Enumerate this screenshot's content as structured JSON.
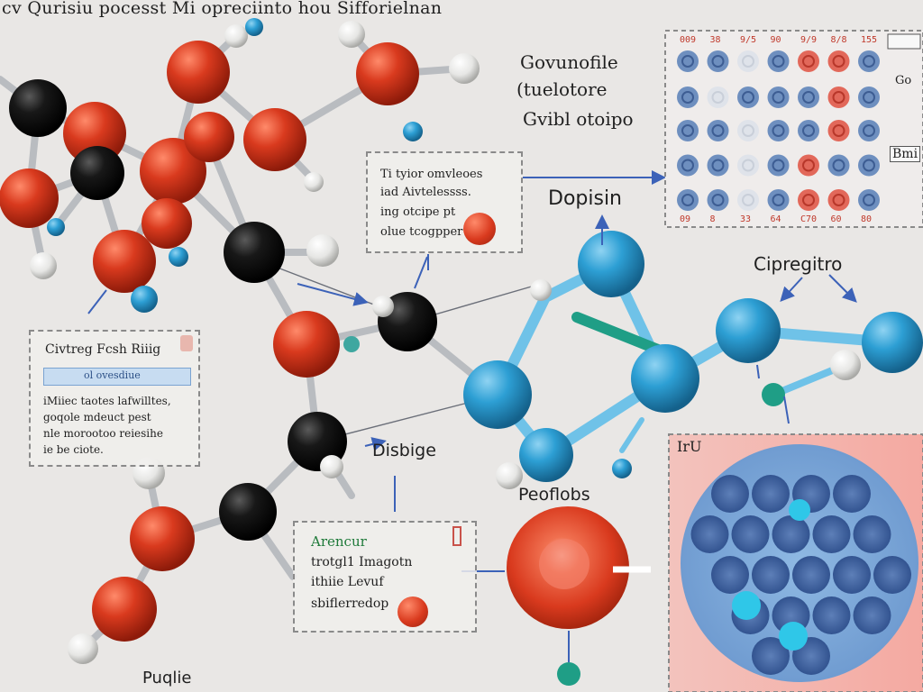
{
  "title": "cv Qurisiu pocesst Mi opreciinto hou Sifforielnan",
  "labels": {
    "top_right_1": "Govunofile",
    "top_right_2": "(tuelotore",
    "top_right_3": "Gvibl otoipo",
    "dopisin": "Dopisin",
    "cipregitro": "Cipregitro",
    "disbige": "Disbige",
    "peoflobs": "Peoflobs",
    "puqlie": "Puqlie",
    "iru": "IrU"
  },
  "box_top": {
    "lines": [
      "Ti tyior omvleoes",
      "iad Aivtelessss.",
      "ing otcipe pt",
      "olue tcogpper"
    ]
  },
  "box_left": {
    "header": "Civtreg Fcsh Riiig",
    "bar_text": "ol ovesdiue",
    "lines": [
      "iMiiec taotes lafwilltes,",
      "goqole mdeuct pest",
      "nle morootoo reiesihe",
      "ie be ciote."
    ]
  },
  "box_bottom": {
    "lines": [
      "Arencur",
      "trotgl1 Imagotn",
      "ithiie Levuf",
      "sbiflerredop"
    ]
  },
  "grid": {
    "top_numbers": [
      "009",
      "38",
      "9/5",
      "90",
      "9/9",
      "8/8",
      "155"
    ],
    "bottom_numbers": [
      "09",
      "8",
      "33",
      "64",
      "C70",
      "60",
      "80"
    ],
    "side_label_1": "Go",
    "side_label_2": "Bmi",
    "rows": [
      [
        "blue",
        "blue",
        "pale",
        "blue",
        "red",
        "red",
        "blue"
      ],
      [
        "blue",
        "pale",
        "blue",
        "blue",
        "blue",
        "red",
        "blue"
      ],
      [
        "blue",
        "blue",
        "pale",
        "blue",
        "blue",
        "red",
        "blue"
      ],
      [
        "blue",
        "blue",
        "pale",
        "blue",
        "red",
        "blue",
        "blue"
      ],
      [
        "blue",
        "blue",
        "pale",
        "blue",
        "red",
        "red",
        "blue"
      ]
    ]
  },
  "colors": {
    "red_atom": "#d93a1e",
    "black_atom": "#151515",
    "white_atom": "#f1f1ef",
    "blue_atom": "#2d9fd4",
    "bond": "#b9bcc0",
    "teal_bond": "#1f9e86",
    "arrow": "#3c62b8"
  }
}
